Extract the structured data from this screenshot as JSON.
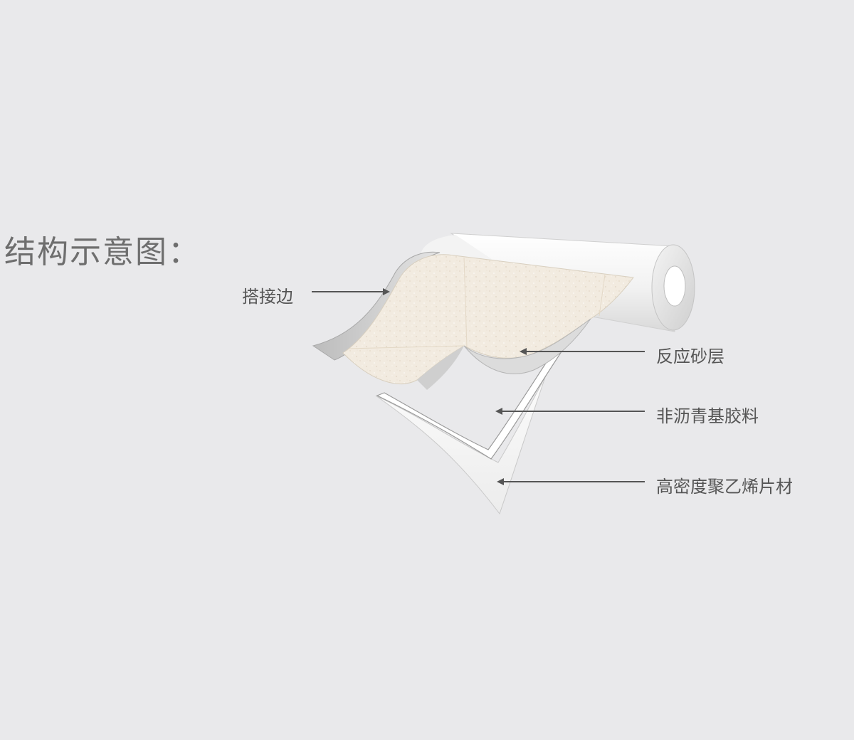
{
  "title": "结构示意图：",
  "labels": {
    "overlap_edge": "搭接边",
    "reactive_sand_layer": "反应砂层",
    "non_asphalt_adhesive": "非沥青基胶料",
    "hdpe_sheet": "高密度聚乙烯片材"
  }
}
